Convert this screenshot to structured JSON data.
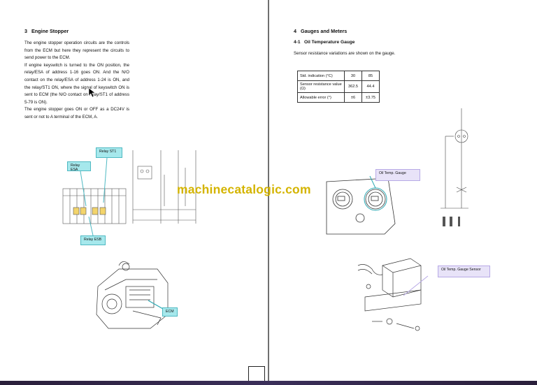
{
  "left": {
    "section_number": "3",
    "section_title": "Engine Stopper",
    "paragraphs": [
      "The engine stopper operation circuits are the controls from the ECM but here they represent the circuits to send power to the ECM.",
      "If engine keyswitch is turned to the ON position, the relay/ESA of address 1-16 goes ON. And the N/O contact on the relay/ESA of address 1-24 is ON, and the relay/ST1 ON, where the signal of keyswitch ON is sent to ECM (the N/O contact on relay/ST1 of address 5-79 is ON).",
      "The engine stopper goes ON or OFF as a DC24V is sent or not to A terminal of the ECM, A."
    ],
    "callouts": {
      "relay_st1": "Relay ST1",
      "relay_esa": "Relay ESA",
      "relay_esb": "Relay ESB",
      "ecm": "ECM"
    }
  },
  "right": {
    "section_number": "4",
    "section_title": "Gauges and Meters",
    "subsection_number": "4-1",
    "subsection_title": "Oil Temperature Gauge",
    "intro": "Sensor resistance variations are shown on the gauge.",
    "table": {
      "rows": [
        [
          "Std. indication (°C)",
          "30",
          "85"
        ],
        [
          "Sensor resistance value (Ω)",
          "362.5",
          "44.4"
        ],
        [
          "Allowable error (°)",
          "±6",
          "±3.75"
        ]
      ]
    },
    "callouts": {
      "oil_temp_gauge": "Oil Temp. Gauge",
      "oil_temp_gauge_sensor": "Oil Temp. Gauge Sensor"
    }
  },
  "watermark": "machinecatalogic.com",
  "colors": {
    "teal_callout": "#a6e8ec",
    "lavender_callout": "#e8e3f8",
    "watermark": "#d4b400",
    "background": "#a9a9a9"
  }
}
